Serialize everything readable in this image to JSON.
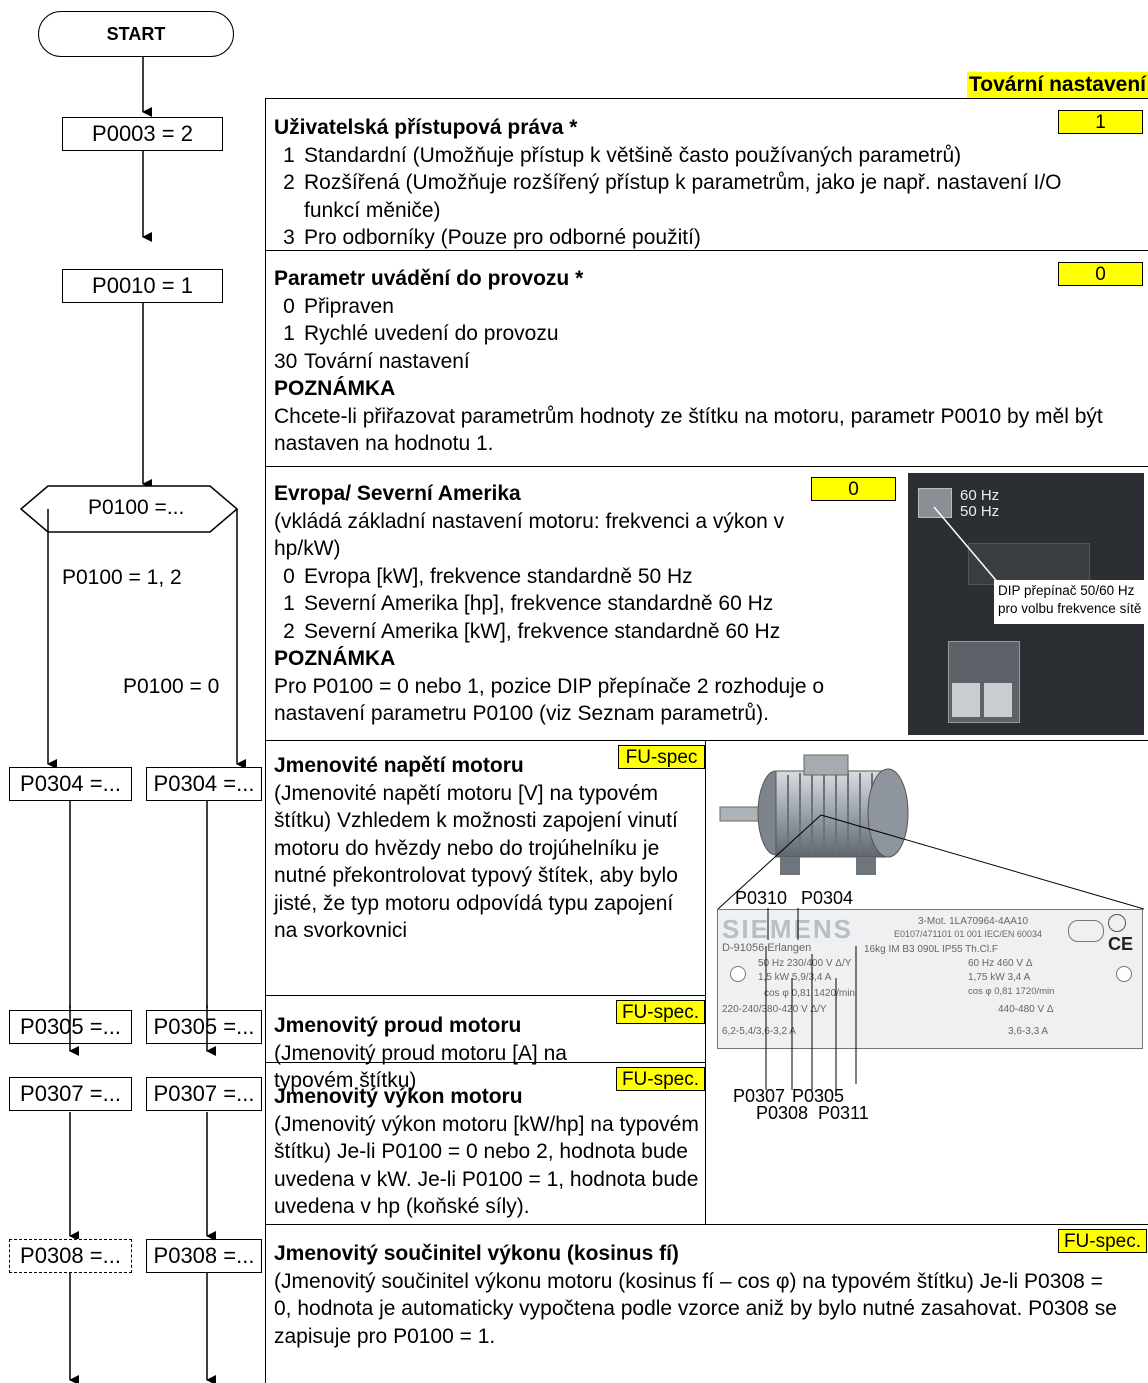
{
  "start": "START",
  "factory_header": "Tovární nastavení",
  "flow": {
    "p0003": "P0003 = 2",
    "p0010": "P0010 = 1",
    "p0100": "P0100 =...",
    "branch_12": "P0100 = 1, 2",
    "branch_0": "P0100 = 0",
    "p0304": "P0304 =...",
    "p0305": "P0305 =...",
    "p0307": "P0307 =...",
    "p0308": "P0308 =..."
  },
  "rows": {
    "p0003": {
      "title": "Uživatelská přístupová práva *",
      "default": "1",
      "options": [
        {
          "n": "1",
          "t": "Standardní (Umožňuje přístup k většině často používaných parametrů)"
        },
        {
          "n": "2",
          "t": "Rozšířená (Umožňuje rozšířený přístup k parametrům, jako je např. nastavení I/O funkcí měniče)"
        },
        {
          "n": "3",
          "t": "Pro odborníky (Pouze pro odborné použití)"
        }
      ]
    },
    "p0010": {
      "title": "Parametr uvádění do provozu *",
      "default": "0",
      "options": [
        {
          "n": "0",
          "t": "Připraven"
        },
        {
          "n": "1",
          "t": "Rychlé uvedení do provozu"
        },
        {
          "n": "30",
          "t": "Tovární nastavení"
        }
      ],
      "note_heading": "POZNÁMKA",
      "note": "Chcete-li přiřazovat parametrům hodnoty ze štítku na motoru, parametr P0010 by měl být nastaven na hodnotu 1."
    },
    "p0100": {
      "title": "Evropa/ Severní Amerika",
      "default": "0",
      "desc": "(vkládá základní nastavení motoru: frekvenci a výkon v hp/kW)",
      "options": [
        {
          "n": "0",
          "t": "Evropa [kW], frekvence standardně 50 Hz"
        },
        {
          "n": "1",
          "t": "Severní Amerika [hp], frekvence standardně 60 Hz"
        },
        {
          "n": "2",
          "t": "Severní Amerika [kW], frekvence standardně 60 Hz"
        }
      ],
      "note_heading": "POZNÁMKA",
      "note": "Pro P0100 = 0 nebo 1, pozice DIP přepínače 2 rozhoduje o nastavení parametru P0100 (viz Seznam parametrů).",
      "photo_60": "60 Hz",
      "photo_50": "50 Hz",
      "photo_caption_1": "DIP přepínač 50/60 Hz",
      "photo_caption_2": "pro volbu frekvence sítě"
    },
    "p0304": {
      "title": "Jmenovité napětí motoru",
      "badge": "FU-spec",
      "text": "(Jmenovité napětí motoru [V] na typovém štítku) Vzhledem k možnosti zapojení vinutí motoru do hvězdy nebo do trojúhelníku je nutné překontrolovat typový štítek, aby bylo jisté, že typ motoru odpovídá typu zapojení na svorkovnici"
    },
    "p0305": {
      "title": "Jmenovitý proud motoru",
      "badge": "FU-spec.",
      "text": "(Jmenovitý proud motoru [A] na typovém štítku)"
    },
    "p0307": {
      "title": "Jmenovitý výkon motoru",
      "badge": "FU-spec.",
      "text": "(Jmenovitý výkon motoru [kW/hp] na typovém štítku) Je-li P0100 = 0 nebo 2, hodnota bude uvedena v kW. Je-li P0100 = 1, hodnota bude uvedena v hp (koňské síly)."
    },
    "p0308": {
      "title": "Jmenovitý součinitel výkonu (kosinus fí)",
      "badge": "FU-spec.",
      "text": "(Jmenovitý součinitel výkonu motoru (kosinus fí – cos φ) na typovém štítku) Je-li P0308 = 0, hodnota je automaticky vypočtena podle vzorce aniž by bylo nutné zasahovat.  P0308 se zapisuje pro P0100 = 1."
    }
  },
  "plate": {
    "brand": "SIEMENS",
    "line1": "3-Mot.   1LA70964-4AA10",
    "line2": "E0107/471101  01 001 IEC/EN 60034",
    "line3": "D-91056 Erlangen",
    "line4": "16kg  IM B3  090L  IP55  Th.Cl.F",
    "l_50": "50 Hz 230/400 V Δ/Y",
    "l_kw": "1,5 kW 5,9/3,4 A",
    "l_cos": "cos φ 0,81  1420/min",
    "l_rng": "220-240/380-420 V Δ/Y",
    "l_a": "6,2-5,4/3,6-3,2 A",
    "r_60": "60 Hz  460 V Δ",
    "r_kw": "1,75 kW  3,4 A",
    "r_cos": "cos φ 0,81  1720/min",
    "r_rng": "440-480 V Δ",
    "r_a": "3,6-3,3 A",
    "ce": "CE",
    "tag_p0310": "P0310",
    "tag_p0304": "P0304",
    "tag_p0307": "P0307",
    "tag_p0305": "P0305",
    "tag_p0308": "P0308",
    "tag_p0311": "P0311"
  }
}
